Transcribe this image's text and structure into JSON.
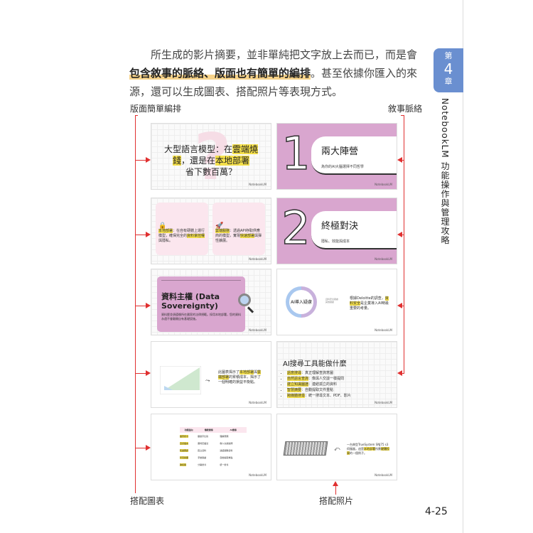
{
  "paragraph": {
    "p1": "所生成的影片摘要，並非單純把文字放上去而已，而是會",
    "h1": "包含敘事的脈絡、版面也有簡單的編排",
    "p2": "。甚至依據你匯入的來源，還可以生成圖表、搭配照片等表現方式。"
  },
  "chapter": {
    "label_top": "第",
    "number": "4",
    "label_bottom": "章",
    "title": "NotebookLM 功能操作與管理攻略"
  },
  "labels": {
    "layout": "版面簡單編排",
    "narrative": "敘事脈絡",
    "charts": "搭配圖表",
    "photos": "搭配照片"
  },
  "page_number": "4-25",
  "slides": {
    "logo": "NotebookLM",
    "s1": {
      "a": "大型語言模型：在",
      "h1": "雲端燒錢",
      "b": "，還是在",
      "h2": "本地部署",
      "c": "省下數百萬？"
    },
    "s2": {
      "h1": "本地部署",
      "t1": "：在自有硬體上運行模型，確保完全的",
      "h2": "資料掌控權",
      "t2": "與隱私。",
      "h3": "雲端服務",
      "t3": "：透過API存取供應商的模型，實現",
      "h4": "快速部署",
      "t4": "與彈性擴展。"
    },
    "s3": {
      "number": "1",
      "title": "兩大陣營",
      "subtitle": "為你的AI大腦選擇不同哲學"
    },
    "s4": {
      "number": "2",
      "title": "終極對決",
      "subtitle": "隱私、效能與成本"
    },
    "s5": {
      "title": "資料主權 (Data Sovereignty)",
      "body": "資料歷並須遵循所在國家的法律規範。採用本地部署，您的資料永遠不會離開自有基礎設施。"
    },
    "s6": {
      "donut": "AI導入疑慮",
      "legend1": "資料安全疑慮",
      "legend2": "其他疑慮",
      "a": "根據Deloitte的調查，",
      "h": "資料安全",
      "b": "是企業導入AI時最重要的考量。"
    },
    "s7": {
      "a": "此圖表揭示了",
      "h1": "本地部署",
      "b": "與",
      "h2": "雲端部署",
      "c": "的累積成本，揭示了一個明確的損益平衡點。"
    },
    "s8": {
      "title": "AI搜尋工具能做什麼",
      "items": [
        {
          "k": "語意搜尋",
          "v": "：真正理解查詢意圖"
        },
        {
          "k": "自然語言查詢",
          "v": "：像與人交談一樣提問"
        },
        {
          "k": "建立知識圖譜",
          "v": "：連結孤立的資料"
        },
        {
          "k": "智慧摘要",
          "v": "：自動提取文件重點"
        },
        {
          "k": "跨媒體搜尋",
          "v": "：統一搜尋文本、PDF、影片"
        }
      ]
    },
    "s9": {
      "headers": [
        "功能面向",
        "傳統搜尋",
        "AI搜尋"
      ],
      "rows": [
        [
          "語意搜尋",
          "關鍵字比對",
          "理解意圖"
        ],
        [
          "自然語言",
          "需特定語法",
          "像人交談提問"
        ],
        [
          "知識圖譜",
          "孤立資料",
          "連結關聯資料"
        ],
        [
          "智慧摘要",
          "手動閱讀",
          "自動提取重點"
        ],
        [
          "跨媒體",
          "分開搜尋",
          "統一搜尋"
        ]
      ]
    },
    "s10": {
      "a": "一台典型TrueSystem SNJ75 s3伺服器，這是",
      "h1": "本地部署",
      "b": "所需",
      "h2": "硬體投資",
      "c": "的一個例子。"
    }
  }
}
